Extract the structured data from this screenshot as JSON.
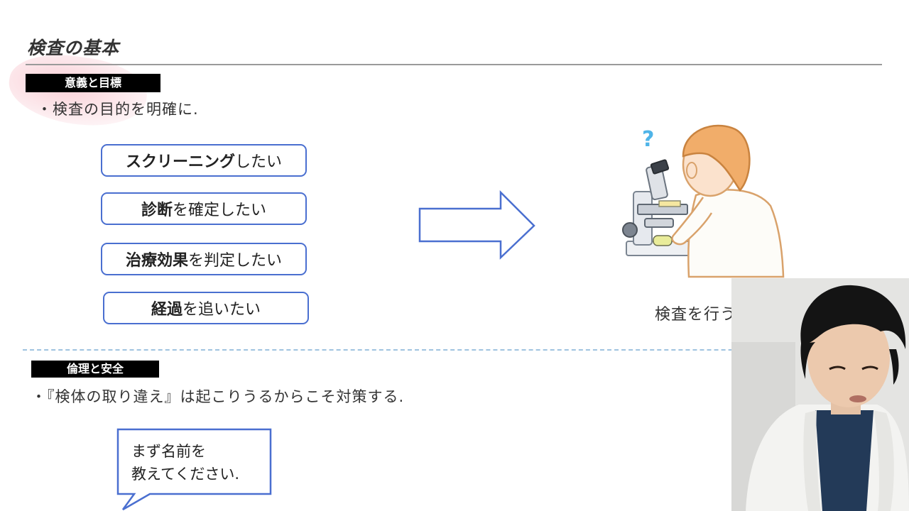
{
  "slide": {
    "title": "検査の基本"
  },
  "section1": {
    "label": "意義と目標",
    "bullet": "・検査の目的を明確に."
  },
  "purpose_boxes": [
    {
      "bold": "スクリーニング",
      "rest": "したい"
    },
    {
      "bold": "診断",
      "rest": "を確定したい"
    },
    {
      "bold": "治療効果",
      "rest": "を判定したい"
    },
    {
      "bold": "経過",
      "rest": "を追いたい"
    }
  ],
  "illustration": {
    "question_mark": "?",
    "caption": "検査を行う."
  },
  "section2": {
    "label": "倫理と安全",
    "bullet": "・『検体の取り違え』は起こりうるからこそ対策する."
  },
  "speech_bubble": {
    "line1": "まず名前を",
    "line2": "教えてください."
  },
  "colors": {
    "box_border": "#4a6fd0",
    "arrow_stroke": "#4a6fd0",
    "divider": "#9fc3e0",
    "label_bg": "#000000"
  }
}
